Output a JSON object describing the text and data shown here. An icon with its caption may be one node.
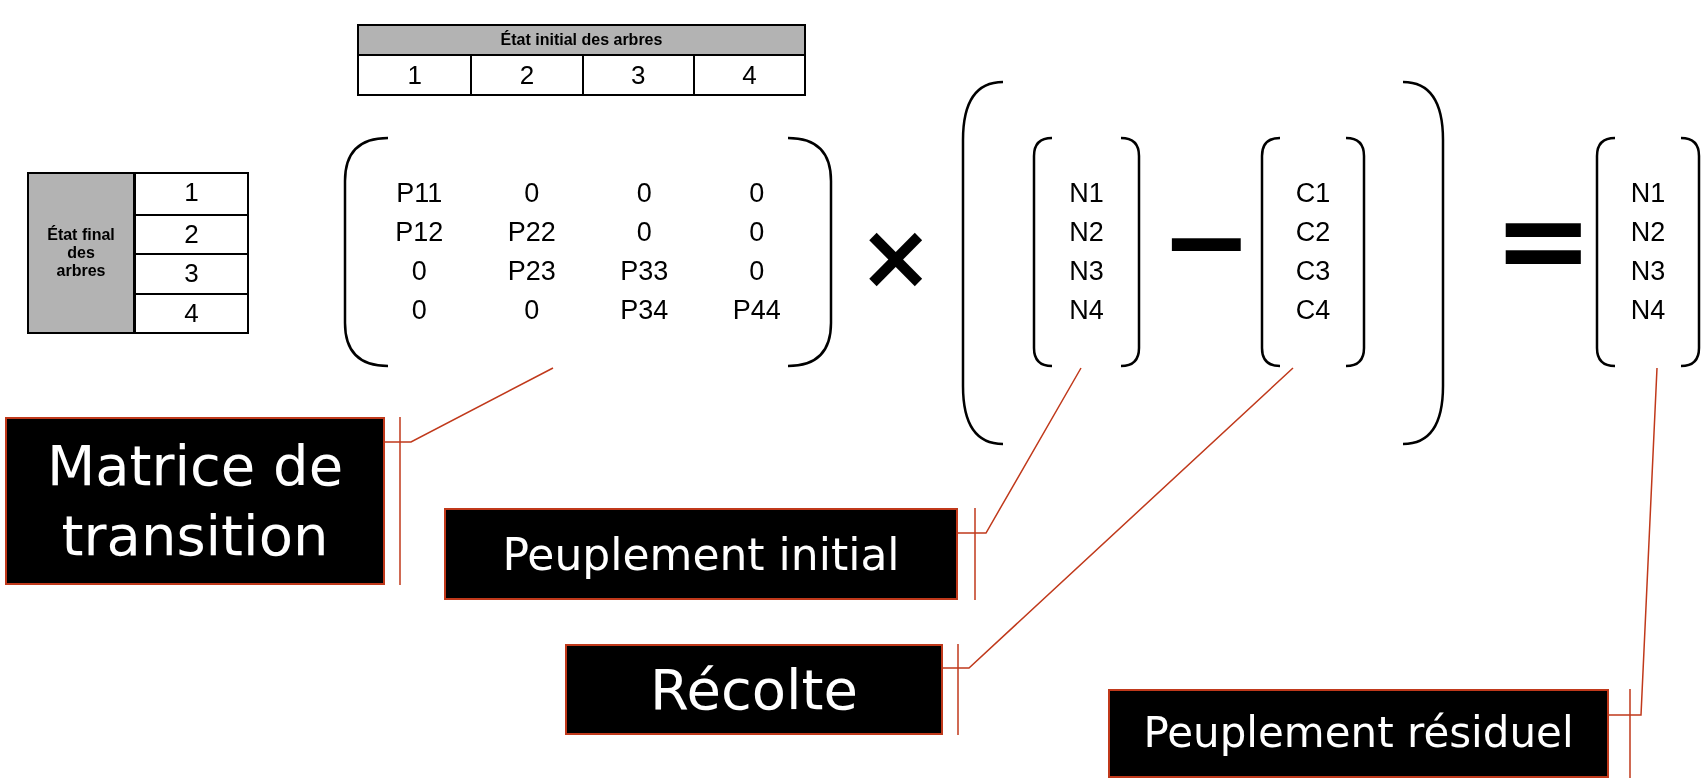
{
  "diagram": {
    "nodes": [
      {
        "text": [
          "P11",
          "0",
          "0",
          "0",
          "P12",
          "P22",
          "0",
          "0",
          "0",
          "P23",
          "P33",
          "0",
          "0",
          "0",
          "P34",
          "P44"
        ]
      },
      {
        "text": [
          "N1",
          "N2",
          "N3",
          "N4"
        ]
      },
      {
        "text": [
          "C1",
          "C2",
          "C3",
          "C4"
        ]
      },
      {
        "text": [
          "N1",
          "N2",
          "N3",
          "N4"
        ]
      },
      {
        "text": [
          "Matrice de transition"
        ]
      },
      {
        "text": [
          "Peuplement initial"
        ]
      },
      {
        "text": [
          "Récolte"
        ]
      },
      {
        "text": [
          "Peuplement résiduel"
        ]
      }
    ],
    "edges": [
      {
        "from": 4,
        "to": 0,
        "arrow": "none"
      },
      {
        "from": 5,
        "to": 1,
        "arrow": "none"
      },
      {
        "from": 6,
        "to": 2,
        "arrow": "none"
      },
      {
        "from": 7,
        "to": 3,
        "arrow": "none"
      }
    ],
    "labels": [
      "État initial des arbres",
      "1",
      "2",
      "3",
      "4",
      "État final des arbres",
      "1",
      "2",
      "3",
      "4",
      "×",
      "−",
      "="
    ]
  }
}
